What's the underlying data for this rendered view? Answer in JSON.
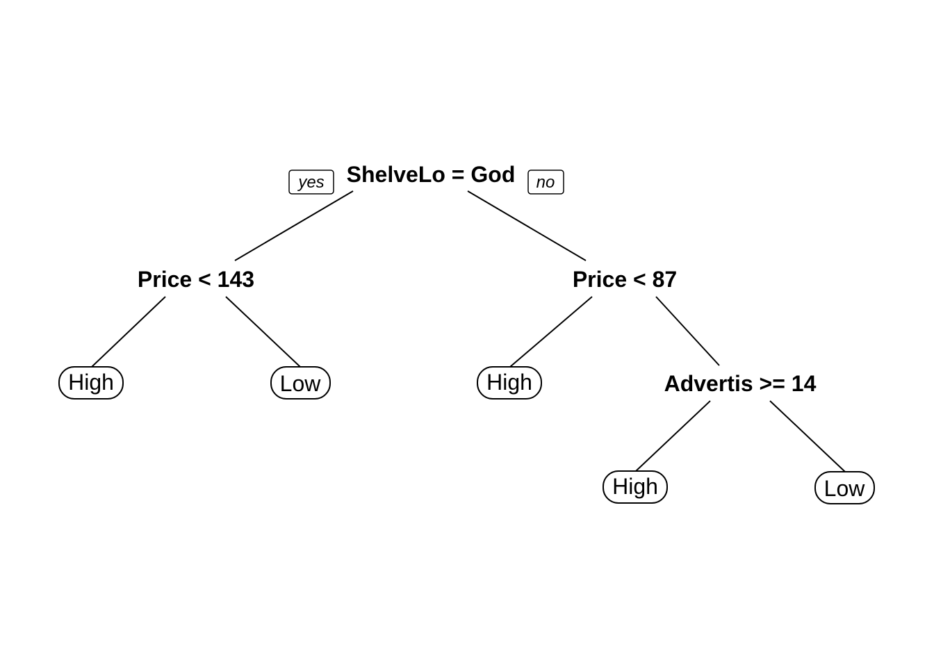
{
  "tree": {
    "root": {
      "label": "ShelveLo = God",
      "yes_label": "yes",
      "no_label": "no"
    },
    "left_split": {
      "label": "Price < 143"
    },
    "right_split": {
      "label": "Price < 87"
    },
    "deep_split": {
      "label": "Advertis >= 14"
    },
    "leaves": {
      "left_left": "High",
      "left_right": "Low",
      "right_left": "High",
      "deep_left": "High",
      "deep_right": "Low"
    }
  }
}
